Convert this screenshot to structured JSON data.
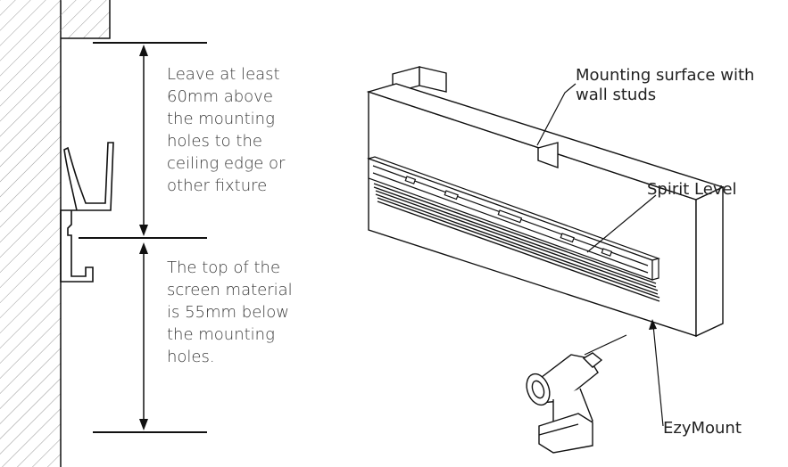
{
  "notes": {
    "clearance": [
      "Leave at least",
      "60mm above",
      "the mounting",
      "holes to the",
      "ceiling  edge or",
      "other fixture"
    ],
    "drop": [
      "The top of the",
      "screen material",
      "is 55mm below",
      "the mounting",
      "holes."
    ]
  },
  "labels": {
    "surface": [
      "Mounting surface with",
      "wall studs"
    ],
    "spirit_level": "Spirit Level",
    "ezymount": "EzyMount"
  },
  "colors": {
    "line": "#111111",
    "text": "#3a3a3a",
    "hatch": "#9a9a9a"
  }
}
